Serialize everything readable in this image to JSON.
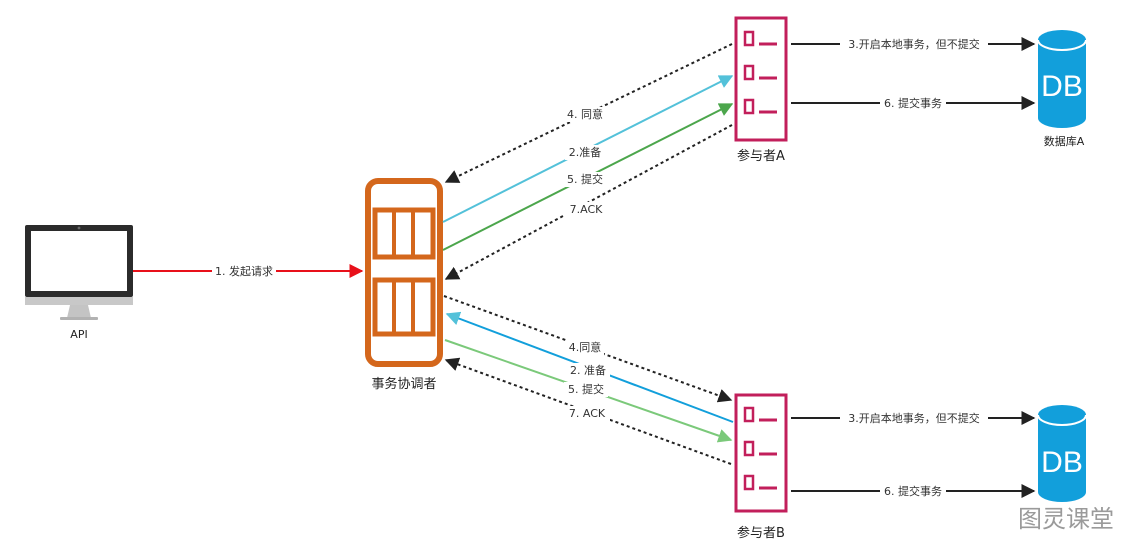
{
  "nodes": {
    "api": {
      "label": "API"
    },
    "coordinator": {
      "label": "事务协调者"
    },
    "participant_a": {
      "label": "参与者A"
    },
    "participant_b": {
      "label": "参与者B"
    },
    "db_a": {
      "icon_text": "DB",
      "label": "数据库A"
    },
    "db_b": {
      "icon_text": "DB"
    }
  },
  "edges": {
    "request": "1. 发起请求",
    "a_agree": "4. 同意",
    "a_prepare": "2.准备",
    "a_commit": "5. 提交",
    "a_ack": "7.ACK",
    "b_agree": "4.同意",
    "b_prepare": "2. 准备",
    "b_commit": "5. 提交",
    "b_ack": "7. ACK",
    "a_local": "3.开启本地事务，但不提交",
    "a_commit_tx": "6. 提交事务",
    "b_local": "3.开启本地事务，但不提交",
    "b_commit_tx": "6. 提交事务"
  },
  "watermark": "图灵课堂",
  "colors": {
    "red": "#e8101a",
    "cyan": "#53c1d9",
    "green": "#4ca64c",
    "light_green": "#7bc97a",
    "dark": "#222222",
    "orange": "#d4671c",
    "magenta": "#c21f5b",
    "db_blue": "#129fdb"
  }
}
